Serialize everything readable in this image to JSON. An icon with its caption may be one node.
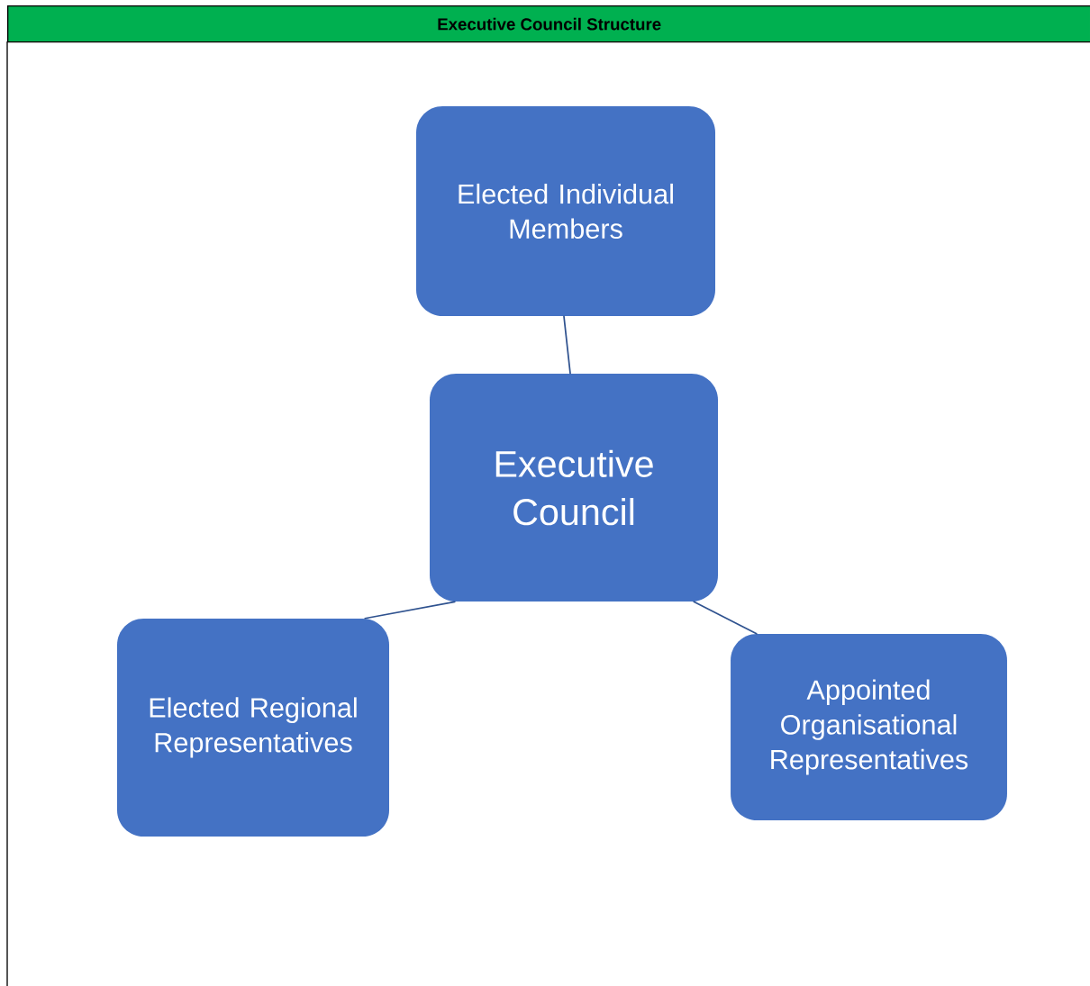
{
  "diagram": {
    "title": "Executive Council Structure",
    "nodes": [
      {
        "text": [
          "Elected Individual Members"
        ]
      },
      {
        "text": [
          "Executive Council"
        ]
      },
      {
        "text": [
          "Elected Regional Representatives"
        ]
      },
      {
        "text": [
          "Appointed Organisational Representatives"
        ]
      }
    ],
    "edges": [
      {
        "from": 0,
        "to": 1,
        "arrow": "none"
      },
      {
        "from": 1,
        "to": 2,
        "arrow": "none"
      },
      {
        "from": 1,
        "to": 3,
        "arrow": "none"
      }
    ]
  }
}
